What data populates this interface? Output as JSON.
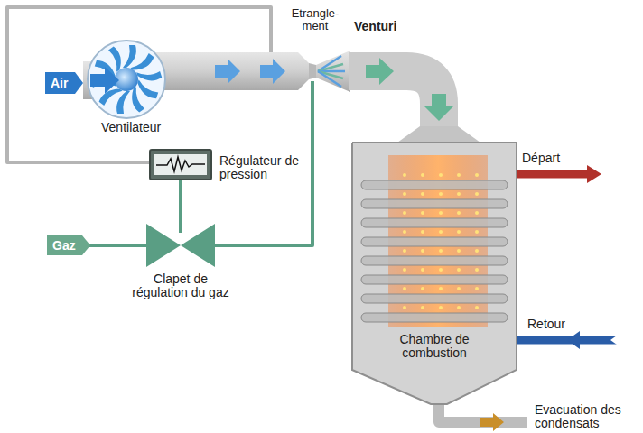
{
  "diagram": {
    "nodes": [
      {
        "text": [
          "Air"
        ]
      },
      {
        "text": [
          "Gaz"
        ]
      },
      {
        "text": [
          "Régulateur de pression"
        ]
      },
      {
        "text": [
          "Chambre de combustion"
        ]
      }
    ],
    "labels": [
      "Etrangle- ment",
      "Venturi",
      "Ventilateur",
      "Clapet de régulation du gaz",
      "Départ",
      "Retour",
      "Evacuation des condensats"
    ]
  }
}
